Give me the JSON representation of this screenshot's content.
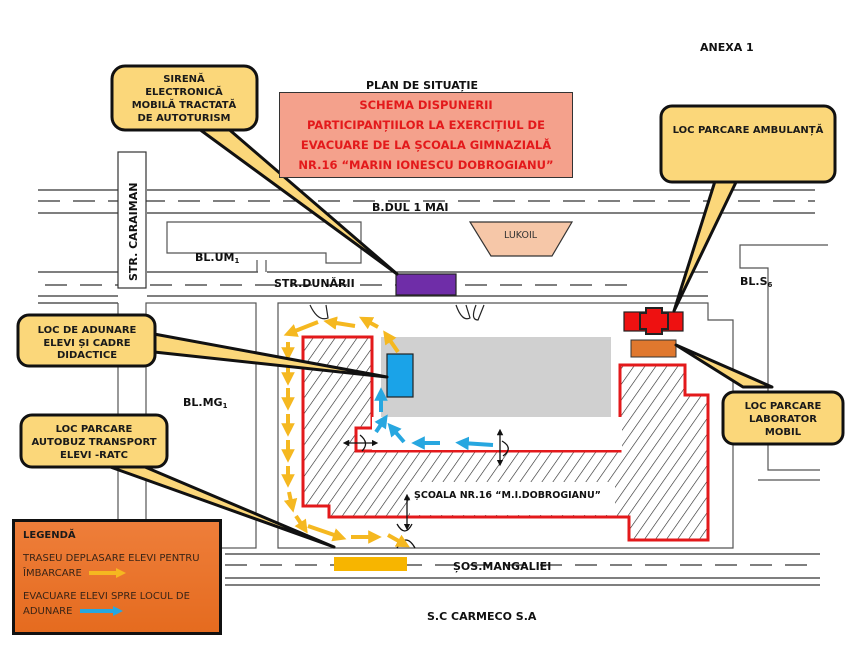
{
  "header": {
    "annex": "ANEXA 1",
    "plan_title": "PLAN DE SITUAȚIE",
    "scheme_title_lines": [
      "SCHEMA DISPUNERII",
      "PARTICIPANȚIILOR LA EXERCIȚIUL DE",
      "EVACUARE DE LA ȘCOALA GIMNAZIALĂ",
      "NR.16 “MARIN IONESCU DOBROGIANU”"
    ]
  },
  "streets": {
    "bdul": "B.DUL 1 MAI",
    "dunarii": "STR.DUNĂRII",
    "caraiman": "STR. CARAIMAN",
    "mangaliei": "ȘOS.MANGALIEI"
  },
  "buildings": {
    "um1": {
      "name": "BL.UM",
      "sub": "1"
    },
    "mg1": {
      "name": "BL.MG",
      "sub": "1"
    },
    "s6": {
      "name": "BL.S",
      "sub": "6"
    },
    "lukoil": "LUKOIL",
    "school": "ȘCOALA NR.16 “M.I.DOBROGIANU”",
    "carmeco": "S.C CARMECO S.A"
  },
  "callouts": {
    "siren": [
      "SIRENĂ",
      "ELECTRONICĂ",
      "MOBILĂ TRACTATĂ",
      "DE AUTOTURISM"
    ],
    "ambulance": [
      "LOC PARCARE AMBULANȚĂ"
    ],
    "assembly": [
      "LOC DE ADUNARE",
      "ELEVI ȘI CADRE",
      "DIDACTICE"
    ],
    "bus": [
      "LOC PARCARE",
      "AUTOBUZ TRANSPORT",
      "ELEVI -RATC"
    ],
    "lab": [
      "LOC PARCARE",
      "LABORATOR",
      "MOBIL"
    ]
  },
  "legend": {
    "title": "LEGENDĂ",
    "items": [
      {
        "text_1": "TRASEU DEPLASARE ELEVI PENTRU",
        "text_2": "ÎMBARCARE",
        "color": "#f5b820"
      },
      {
        "text_1": "EVACUARE ELEVI SPRE LOCUL DE",
        "text_2": "ADUNARE",
        "color": "#27a7e0"
      }
    ]
  },
  "colors": {
    "callout_fill": "#fbd77a",
    "title_box_fill": "#f4a18c",
    "title_text": "#e3191b",
    "school_outline": "#e3191b",
    "siren_vehicle": "#6f2da8",
    "ambulance": "#ee1111",
    "lab_vehicle": "#e0782e",
    "bus": "#f7b500",
    "assembly_point": "#1aa3e8",
    "courtyard": "#d0d0d0",
    "lukoil": "#f6c7a8"
  }
}
